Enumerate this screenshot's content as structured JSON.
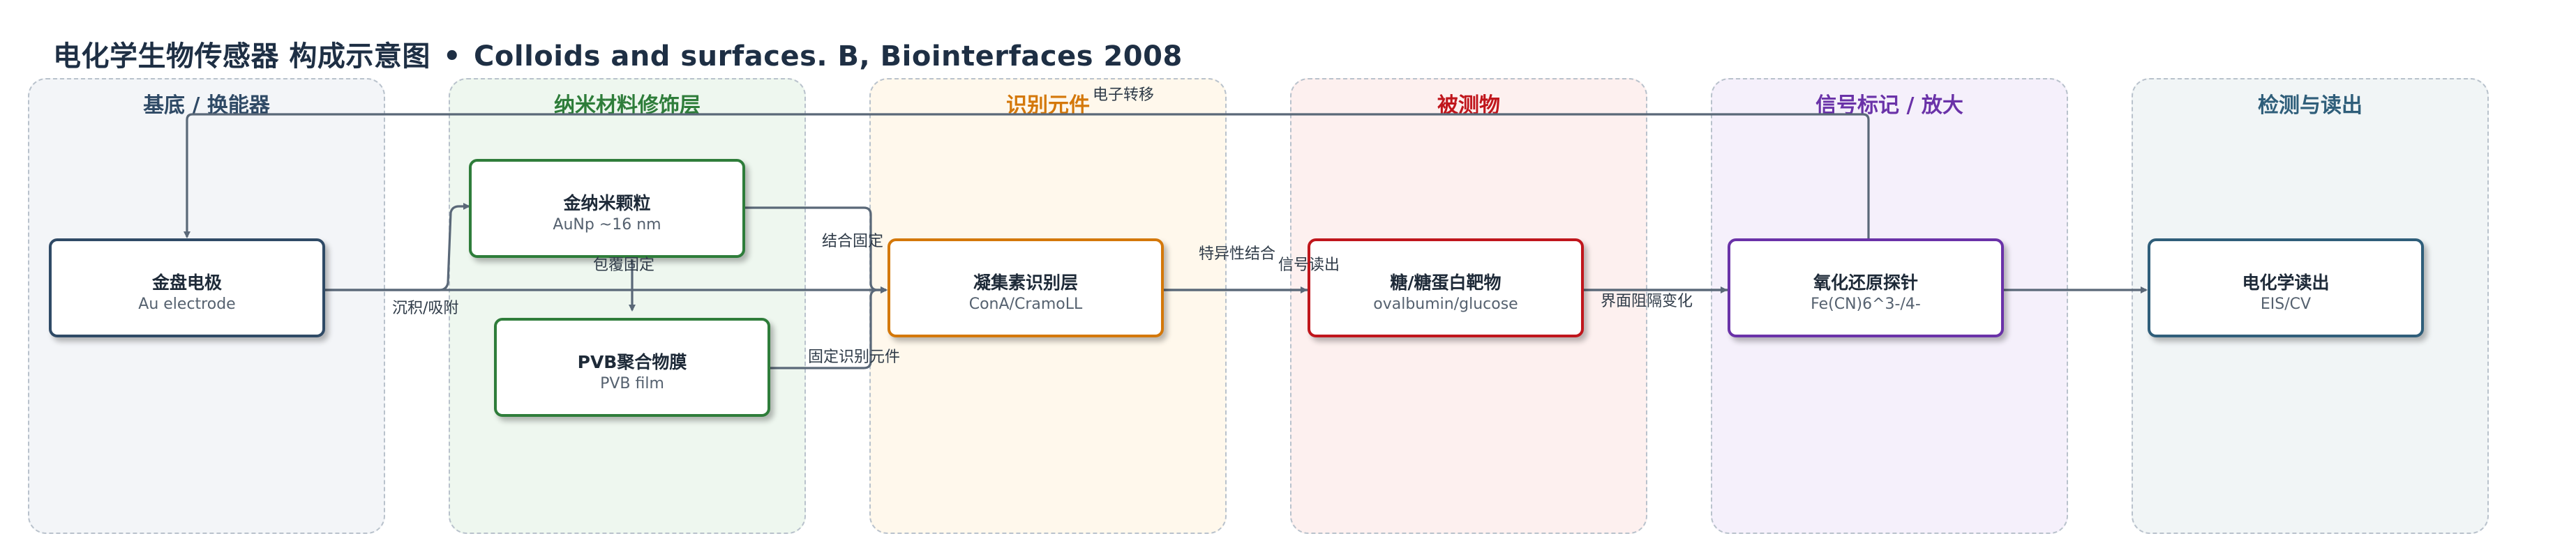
{
  "title": {
    "main": "电化学生物传感器 构成示意图",
    "separator": "•",
    "source": "Colloids and surfaces. B, Biointerfaces 2008"
  },
  "lanes": [
    {
      "label": "基底 / 换能器",
      "color": "#2f4a66",
      "bg": "#f3f5f8"
    },
    {
      "label": "纳米材料修饰层",
      "color": "#2e7d3a",
      "bg": "#eef7ef"
    },
    {
      "label": "识别元件",
      "color": "#d4780a",
      "bg": "#fff8ec"
    },
    {
      "label": "被测物",
      "color": "#c0161c",
      "bg": "#fdf0ef"
    },
    {
      "label": "信号标记 / 放大",
      "color": "#6a32a8",
      "bg": "#f5f0fb"
    },
    {
      "label": "检测与读出",
      "color": "#2f5e7a",
      "bg": "#f1f5f6"
    }
  ],
  "nodes": {
    "au_electrode": {
      "title": "金盘电极",
      "subtitle": "Au electrode",
      "color": "#2f4a66"
    },
    "aunp": {
      "title": "金纳米颗粒",
      "subtitle": "AuNp ~16 nm",
      "color": "#2e7d3a"
    },
    "pvb": {
      "title": "PVB聚合物膜",
      "subtitle": "PVB film",
      "color": "#2e7d3a"
    },
    "lectin": {
      "title": "凝集素识别层",
      "subtitle": "ConA/CramoLL",
      "color": "#d4780a"
    },
    "analyte": {
      "title": "糖/糖蛋白靶物",
      "subtitle": "ovalbumin/glucose",
      "color": "#c0161c"
    },
    "redox": {
      "title": "氧化还原探针",
      "subtitle": "Fe(CN)6^3-/4-",
      "color": "#6a32a8"
    },
    "readout": {
      "title": "电化学读出",
      "subtitle": "EIS/CV",
      "color": "#2f5e7a"
    }
  },
  "edge_labels": {
    "electron_transfer": "电子转移",
    "deposit": "沉积/吸附",
    "coat": "包覆固定",
    "bind_fix": "结合固定",
    "fix_recog": "固定识别元件",
    "specific": "特异性结合",
    "signal_read": "信号读出",
    "impedance": "界面阻隔变化"
  },
  "edge_color": "#5a6878"
}
